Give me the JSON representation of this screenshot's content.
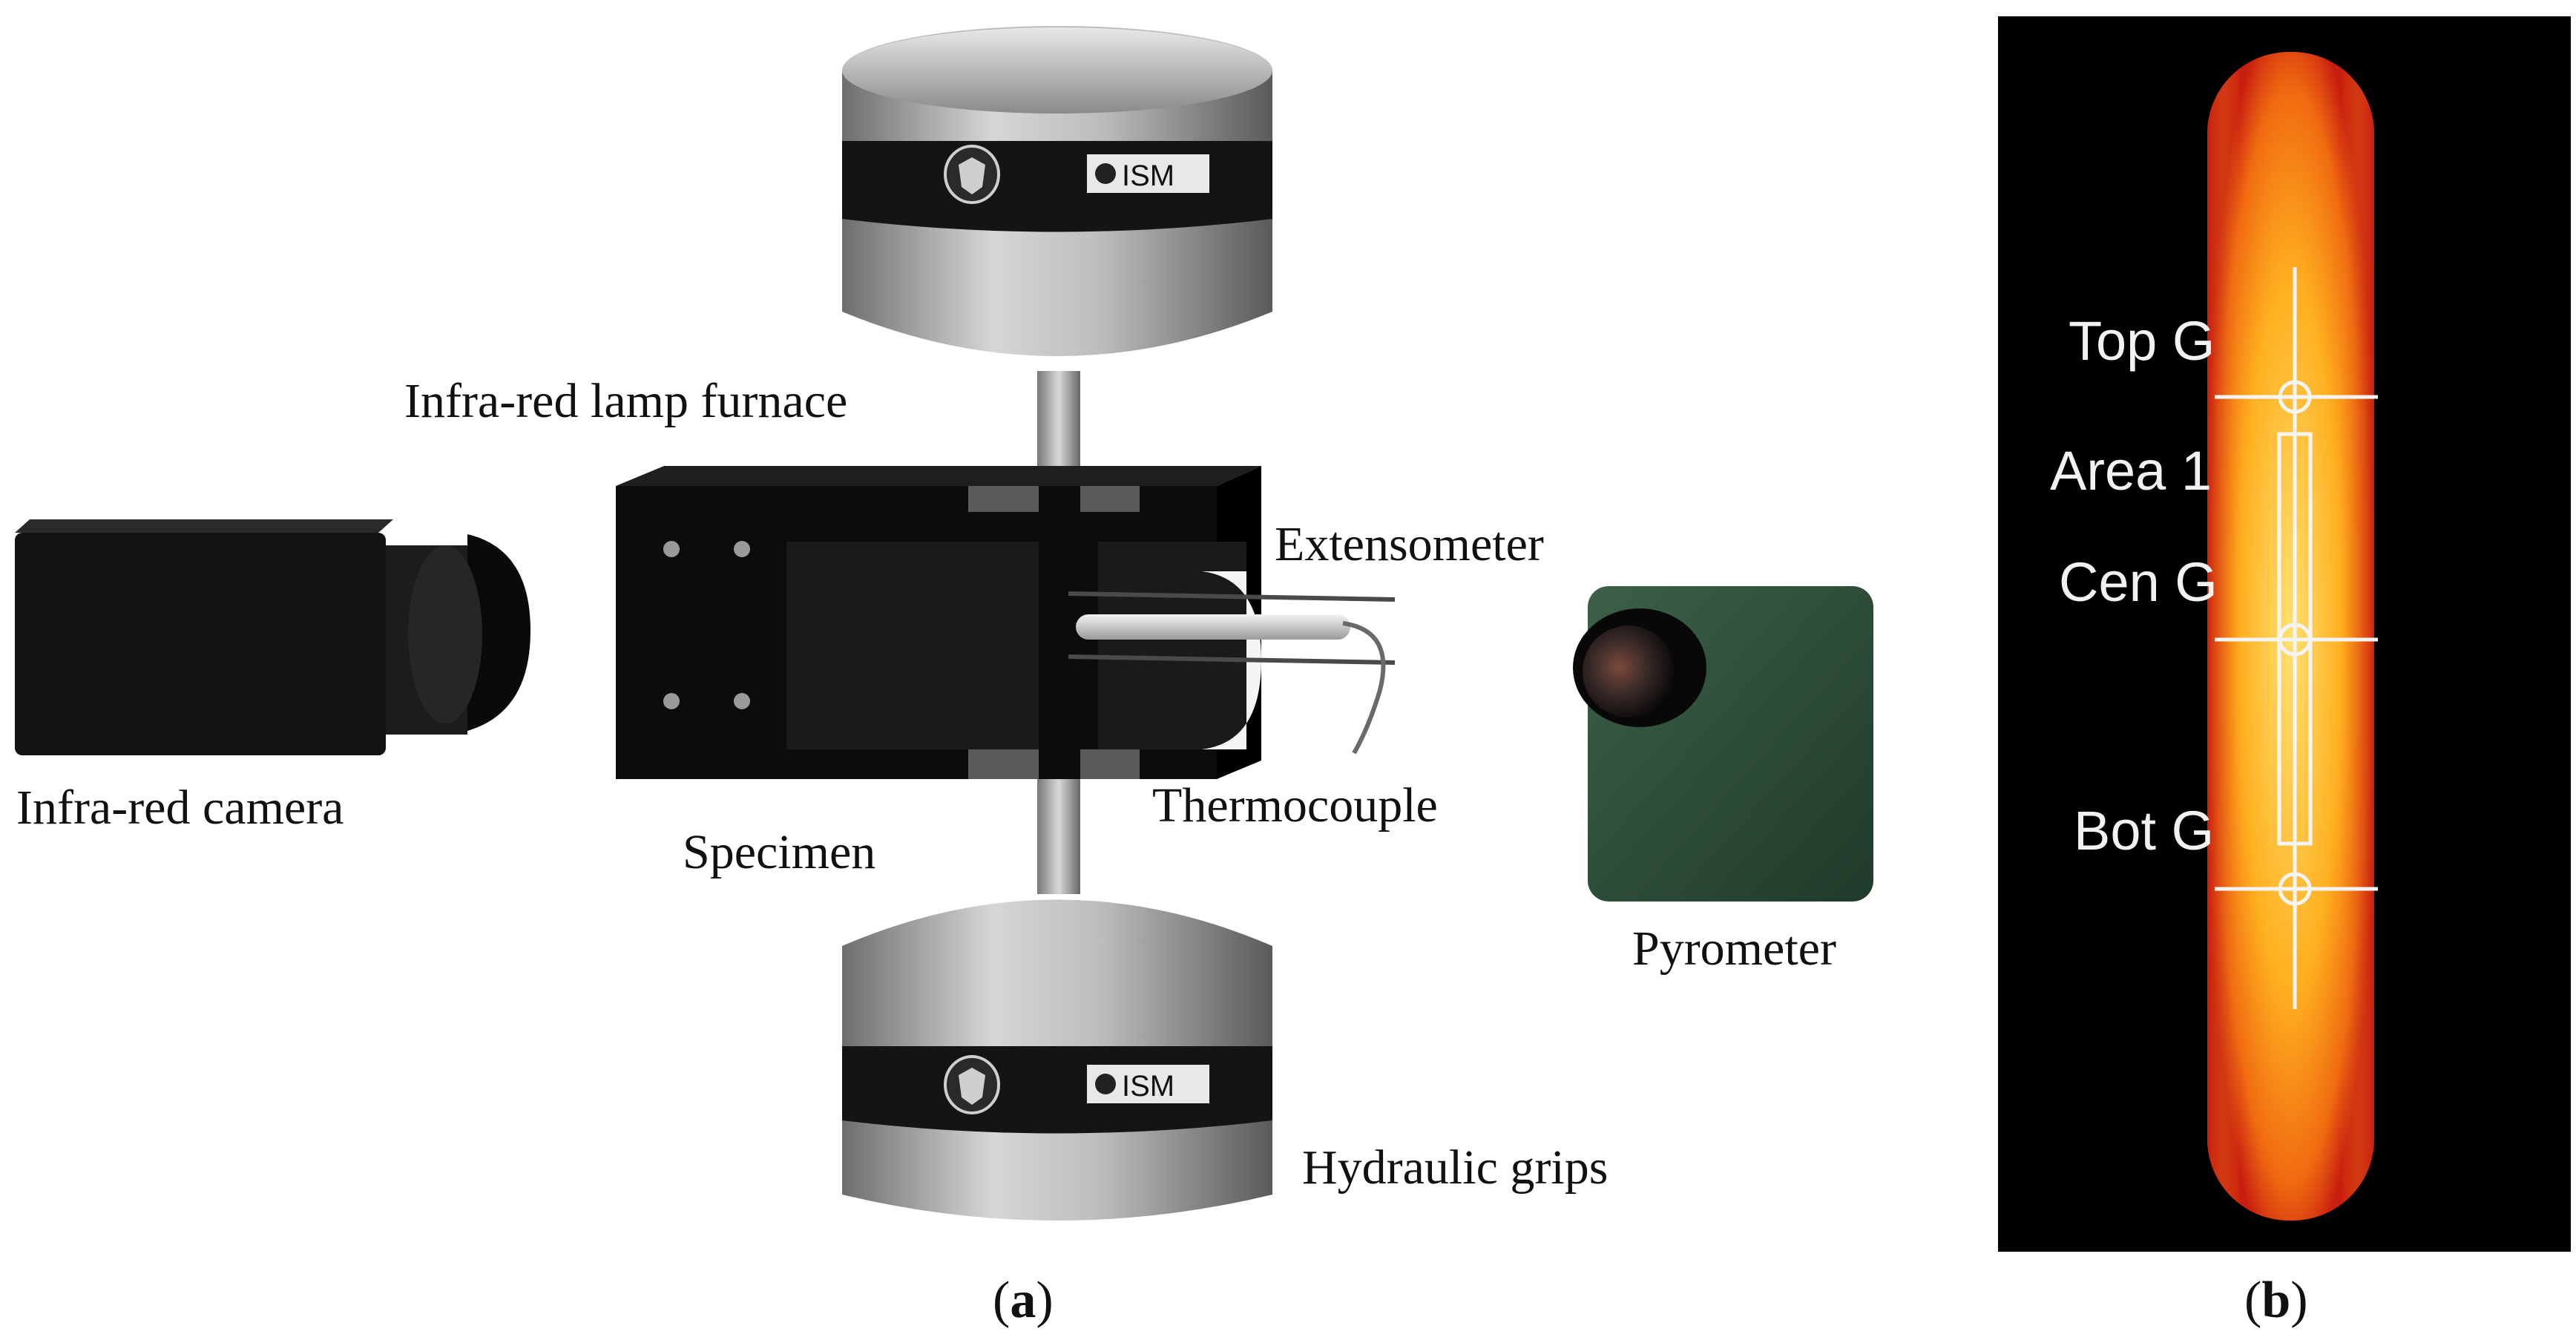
{
  "panel_a": {
    "labels": {
      "furnace": "Infra-red lamp furnace",
      "extensometer": "Extensometer",
      "camera": "Infra-red camera",
      "thermocouple": "Thermocouple",
      "specimen": "Specimen",
      "pyrometer": "Pyrometer",
      "grips": "Hydraulic grips"
    },
    "grip_badge": "ISM",
    "caption_open": "(",
    "caption_letter": "a",
    "caption_close": ")"
  },
  "panel_b": {
    "labels": {
      "top_gauge": "Top G",
      "area": "Area 1",
      "center_gauge": "Cen G",
      "bottom_gauge": "Bot G"
    },
    "caption_open": "(",
    "caption_letter": "b",
    "caption_close": ")"
  },
  "colors": {
    "grip_metal": "#9a9a9a",
    "furnace_body": "#111111",
    "pyrometer_body": "#2c4a38",
    "thermal_hot": "#ffb020",
    "thermal_edge": "#c81e10",
    "thermal_bg": "#000000"
  }
}
